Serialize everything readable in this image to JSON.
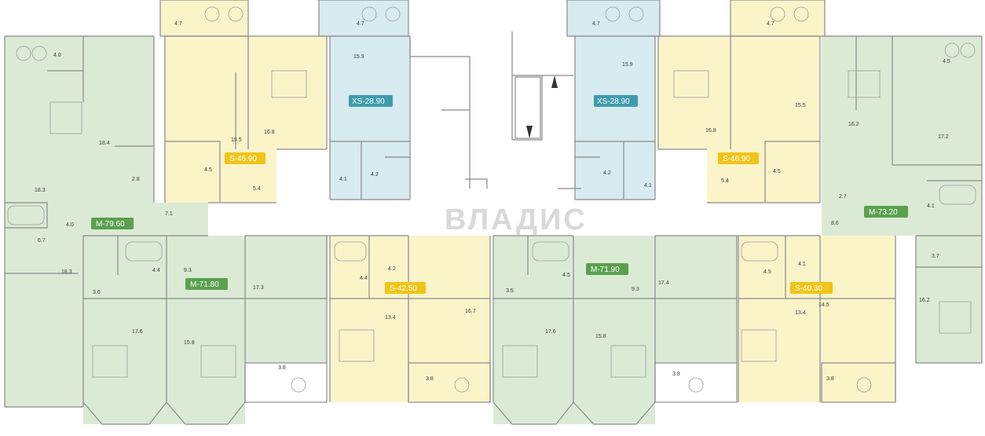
{
  "colors": {
    "xs": "#d7ebf0",
    "s": "#fbf4c9",
    "m": "#dbead5",
    "badge_xs": "#3e9cad",
    "badge_s": "#f0c419",
    "badge_m": "#5aa04d",
    "walls": "#8a8a8a"
  },
  "watermark": "ВЛАДИС",
  "apartments": [
    {
      "id": "a1",
      "type": "m",
      "label": "M-79.60"
    },
    {
      "id": "a2",
      "type": "s",
      "label": "S-46.90"
    },
    {
      "id": "a3",
      "type": "xs",
      "label": "XS-28.90"
    },
    {
      "id": "a4",
      "type": "xs",
      "label": "XS-28.90"
    },
    {
      "id": "a5",
      "type": "s",
      "label": "S-46.90"
    },
    {
      "id": "a6",
      "type": "m",
      "label": "M-73.20"
    },
    {
      "id": "a7",
      "type": "m",
      "label": "M-71.80"
    },
    {
      "id": "a8",
      "type": "s",
      "label": "S-42.50"
    },
    {
      "id": "a9",
      "type": "m",
      "label": "M-71.90"
    },
    {
      "id": "a10",
      "type": "s",
      "label": "S-40.30"
    }
  ],
  "room_labels": [
    "4.7",
    "4.7",
    "4.7",
    "4.7",
    "4.0",
    "18.4",
    "18.3",
    "2.8",
    "6.7",
    "4.0",
    "18.3",
    "7.1",
    "15.5",
    "16.8",
    "4.5",
    "5.4",
    "15.9",
    "4.1",
    "4.2",
    "15.9",
    "4.2",
    "4.1",
    "16.8",
    "15.5",
    "5.4",
    "4.5",
    "4.5",
    "16.2",
    "17.2",
    "2.7",
    "4.1",
    "8.6",
    "3.7",
    "16.2",
    "3.6",
    "4.4",
    "9.3",
    "17.6",
    "15.8",
    "17.3",
    "3.8",
    "4.4",
    "4.2",
    "13.4",
    "16.7",
    "3.8",
    "3.5",
    "4.5",
    "9.3",
    "17.6",
    "15.8",
    "17.4",
    "3.8",
    "4.5",
    "4.1",
    "13.4",
    "14.5",
    "3.8"
  ]
}
